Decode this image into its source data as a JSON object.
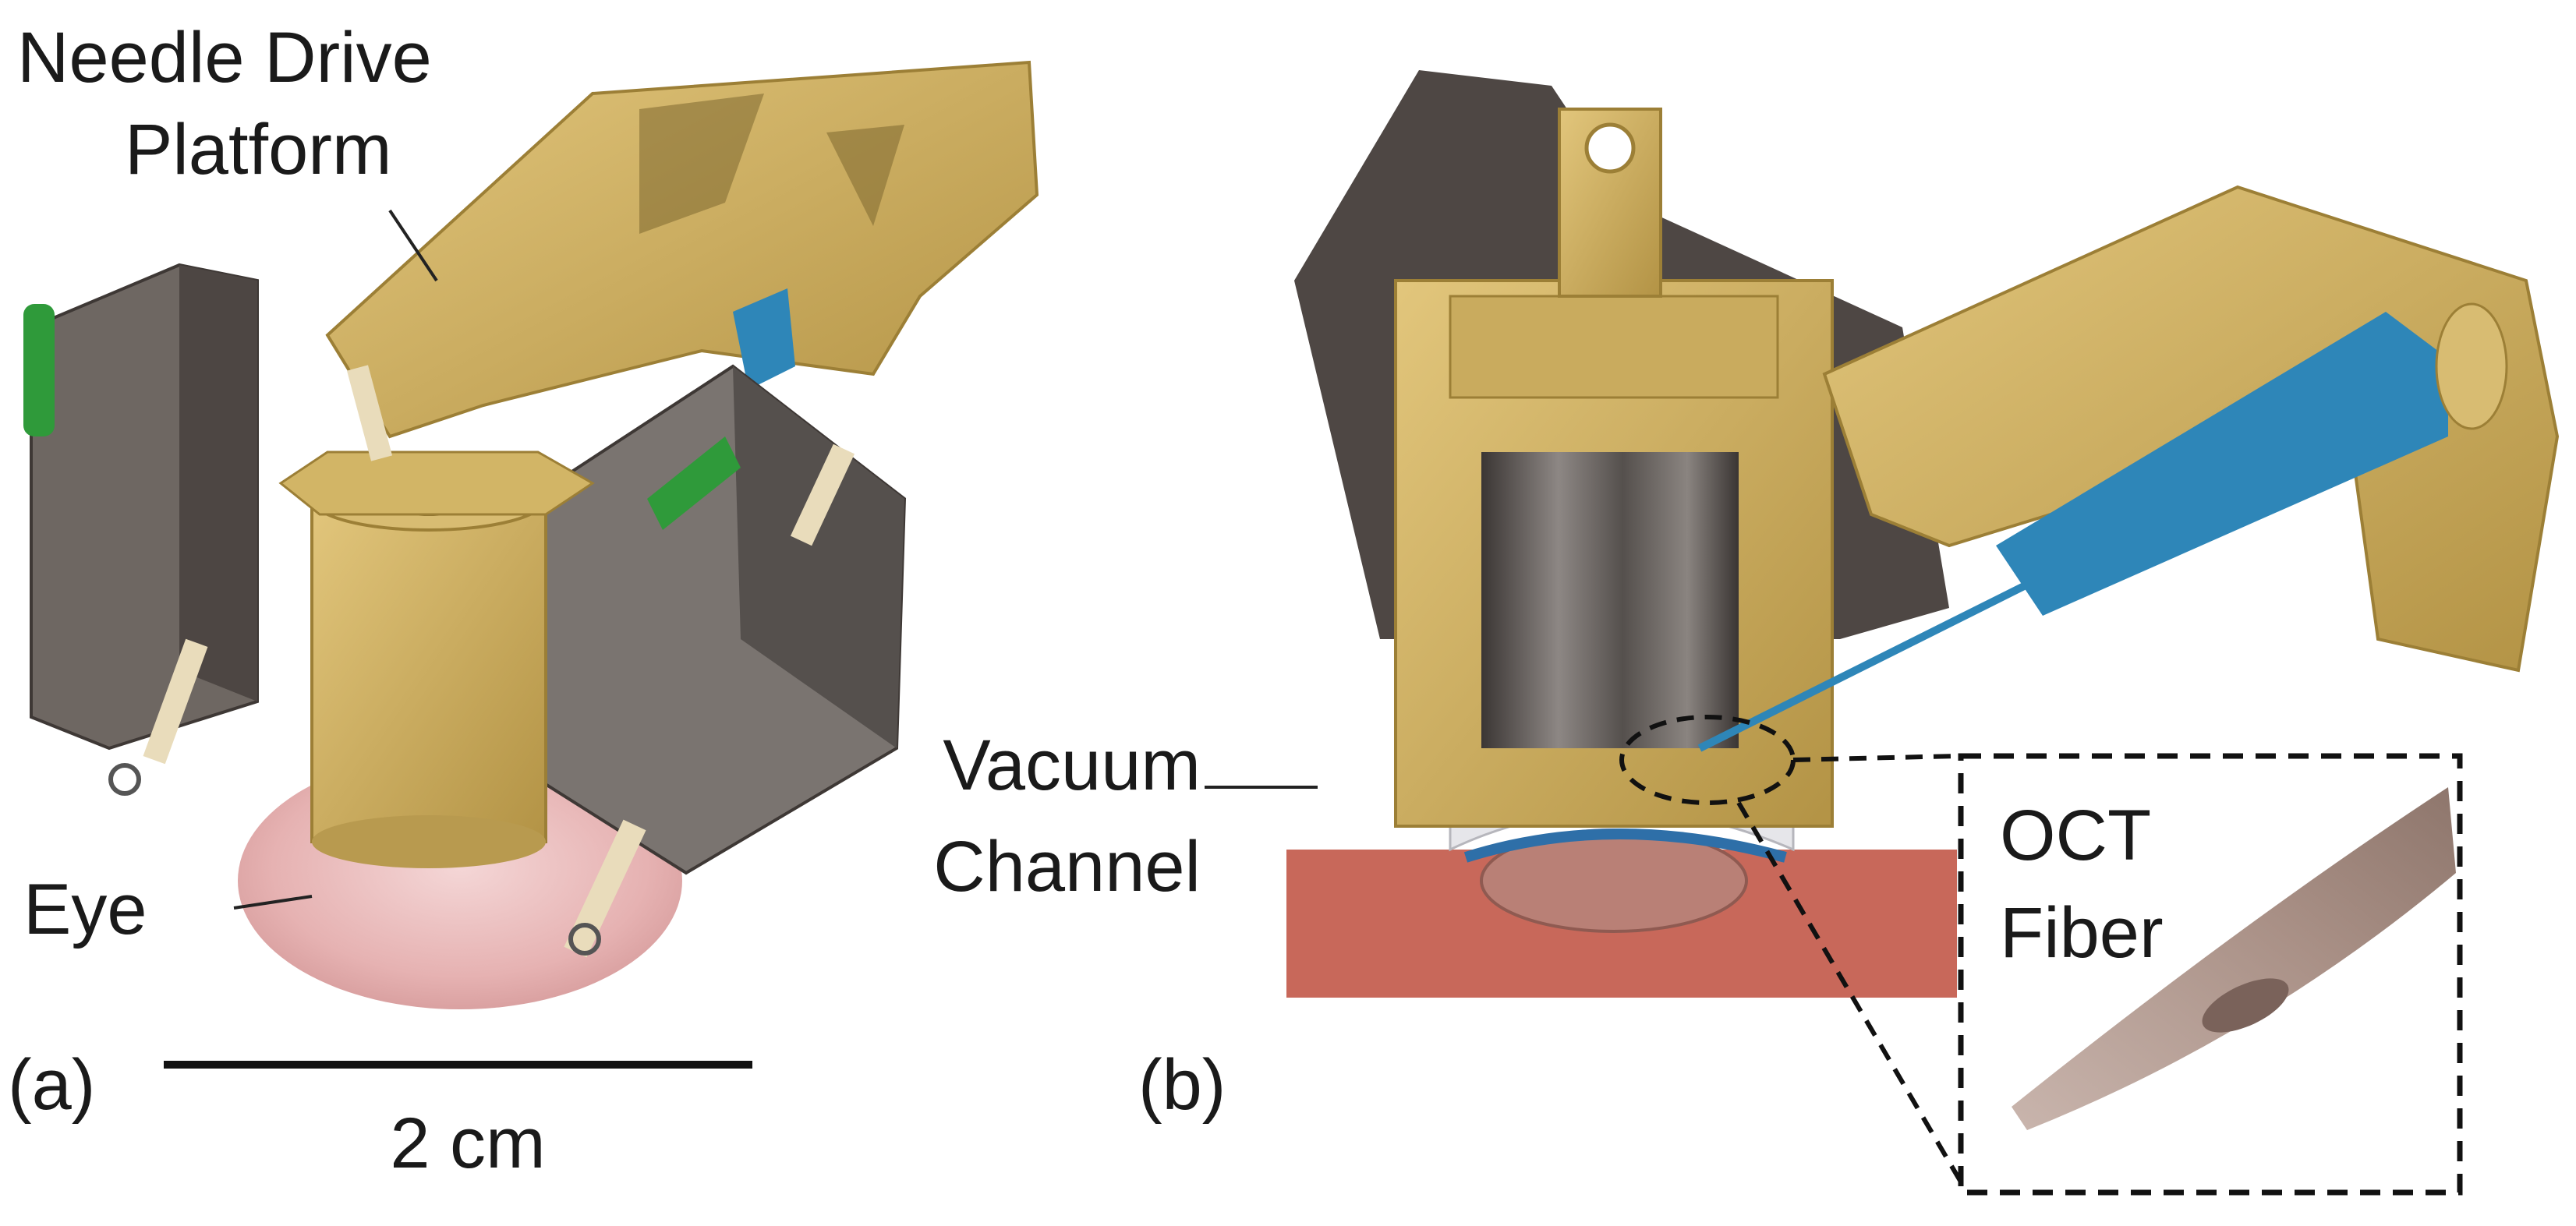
{
  "panel_a": {
    "label": "(a)",
    "callouts": {
      "platform_line1": "Needle  Drive",
      "platform_line2": "Platform",
      "eye": "Eye"
    },
    "scale_bar_text": "2 cm"
  },
  "panel_b": {
    "label": "(b)",
    "callouts": {
      "vacuum_line1": "Vacuum",
      "vacuum_line2": "Channel",
      "oct_line1": "OCT",
      "oct_line2": "Fiber"
    }
  },
  "colors": {
    "resin": "#d4b66a",
    "resin_dark": "#a88a3c",
    "steel": "#7a7470",
    "dark_steel": "#4e4744",
    "needle_blue": "#2e86b8",
    "green_tab": "#2f9a3a",
    "eye_pink": "#e8b8b8",
    "tissue_red": "#c8685a"
  },
  "icons": [
    "leader-line",
    "scale-bar",
    "dashed-zoom-box"
  ]
}
